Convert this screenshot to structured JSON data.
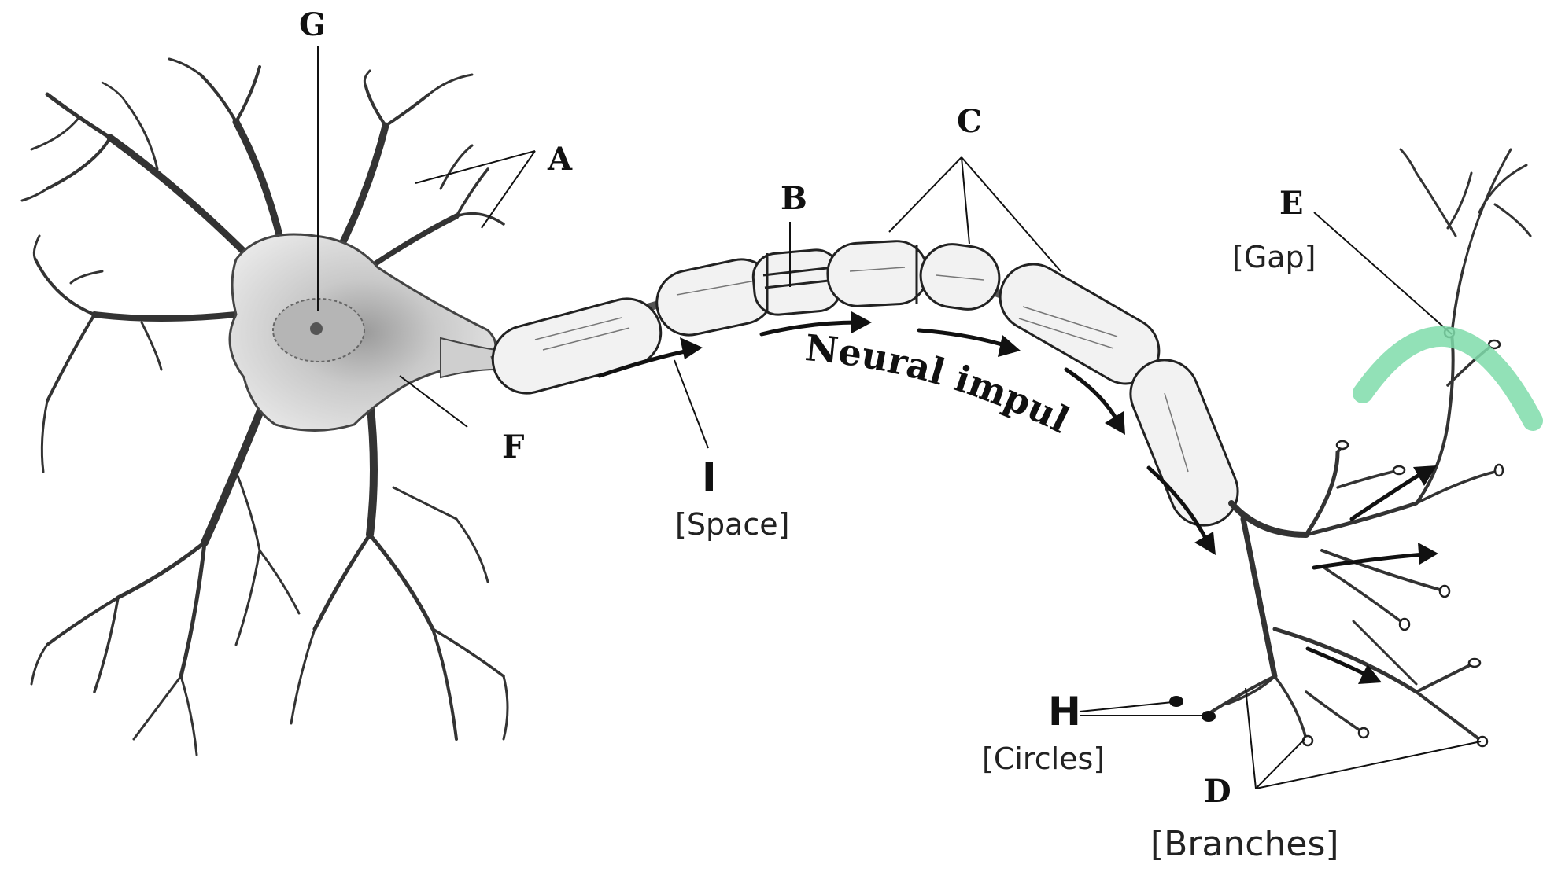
{
  "labels": {
    "A": "A",
    "B": "B",
    "C": "C",
    "D": "D",
    "E": "E",
    "F": "F",
    "G": "G",
    "H": "H",
    "I": "I"
  },
  "annotations": {
    "gap": "[Gap]",
    "space": "[Space]",
    "circles": "[Circles]",
    "branches": "[Branches]"
  },
  "impulse_text": "Neural impulse",
  "colors": {
    "highlight": "#7fdcaa",
    "ink": "#111111",
    "soma_fill": "#d9d9d9",
    "sheath_fill": "#f2f2f2"
  }
}
